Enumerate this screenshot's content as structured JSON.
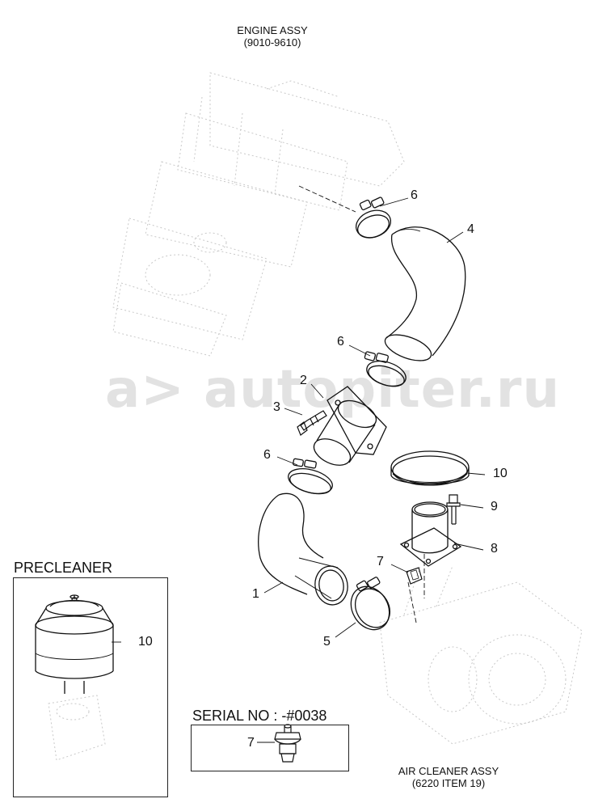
{
  "captions": {
    "engine_title": "ENGINE ASSY",
    "engine_code": "(9010-9610)",
    "aircleaner_title": "AIR CLEANER ASSY",
    "aircleaner_code": "(6220 ITEM 19)"
  },
  "precleaner_box": {
    "title": "PRECLEANER",
    "item": "10"
  },
  "serial_box": {
    "title": "SERIAL NO : -#0038",
    "item": "7"
  },
  "callouts": {
    "clamp_top": "6",
    "hose_upper": "4",
    "clamp_mid": "6",
    "flange": "2",
    "bolt": "3",
    "clamp_lower": "6",
    "cap": "10",
    "bolt_right": "9",
    "adapter": "8",
    "sensor": "7",
    "hose_lower": "1",
    "clamp_bottom": "5"
  },
  "watermark": {
    "text": "autopiter.ru"
  }
}
